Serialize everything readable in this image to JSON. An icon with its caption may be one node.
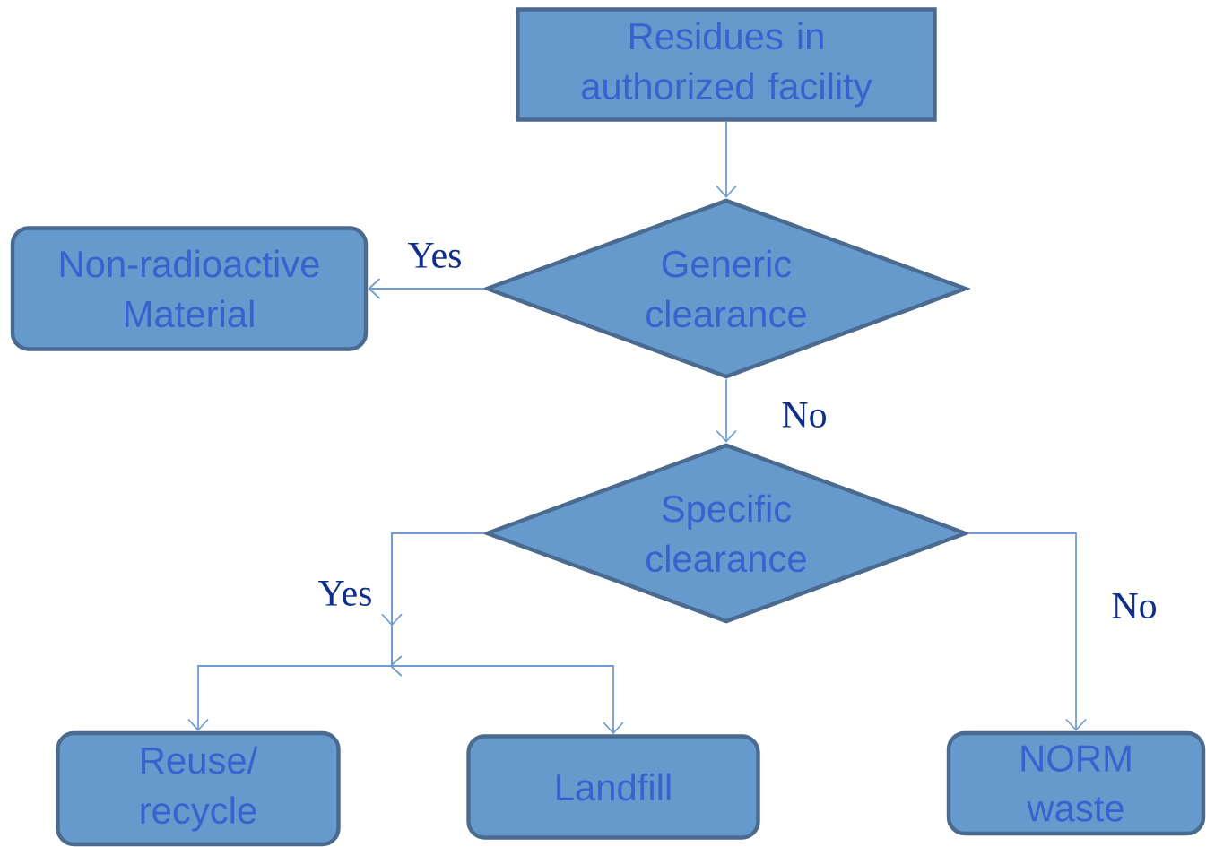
{
  "diagram": {
    "nodes": [
      {
        "text": [
          "Residues in authorized facility"
        ]
      },
      {
        "text": [
          "Generic clearance"
        ]
      },
      {
        "text": [
          "Non-radioactive Material"
        ]
      },
      {
        "text": [
          "Specific clearance"
        ]
      },
      {
        "text": [
          "Reuse/ recycle"
        ]
      },
      {
        "text": [
          "Landfill"
        ]
      },
      {
        "text": [
          "NORM waste"
        ]
      }
    ],
    "edges": [
      {
        "from": 0,
        "to": 1,
        "arrow": "to"
      },
      {
        "from": 1,
        "to": 2,
        "arrow": "to",
        "label": "Yes"
      },
      {
        "from": 1,
        "to": 3,
        "arrow": "to",
        "label": "No"
      },
      {
        "from": 3,
        "to": 4,
        "arrow": "to",
        "label": "Yes"
      },
      {
        "from": 3,
        "to": 5,
        "arrow": "to"
      },
      {
        "from": 3,
        "to": 6,
        "arrow": "to",
        "label": "No"
      }
    ]
  }
}
